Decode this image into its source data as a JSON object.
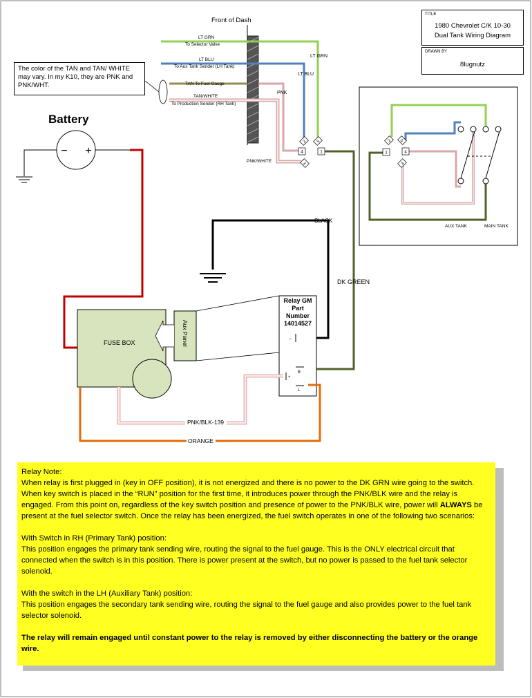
{
  "title_block": {
    "title_label": "TITLE",
    "title_line1": "1980 Chevrolet C/K 10-30",
    "title_line2": "Dual Tank Wiring Diagram",
    "drawn_label": "DRAWN BY",
    "drawn_value": "8lugnutz"
  },
  "callout": {
    "text": "The color of the TAN and TAN/ WHITE may vary.  In my K10, they are PNK and PNK/WHT."
  },
  "battery": {
    "title": "Battery",
    "minus": "−",
    "plus": "+"
  },
  "dash": {
    "label": "Front of Dash"
  },
  "connector_labels": {
    "lt_grn_1": "LT GRN",
    "lt_grn_2": "To Selector Valve",
    "lt_blu_1": "LT BLU",
    "lt_blu_2": "To Aux Tank Sender (LH Tank)",
    "tan": "TAN To Fuel Gauge",
    "tan_white_1": "TAN/WHITE",
    "tan_white_2": "To Production Sender (RH Tank)",
    "pnk_white": "PNK/WHITE"
  },
  "wire_labels": {
    "lt_grn": "LT GRN",
    "lt_blu": "LT BLU",
    "pnk": "PNK",
    "black": "BLACK",
    "dk_green": "DK GREEN",
    "pnk_blk": "PNK/BLK-139",
    "orange": "ORANGE"
  },
  "pins": {
    "p1": "1",
    "p2": "2",
    "p3": "3",
    "p4": "4",
    "p5": "5"
  },
  "switch_labels": {
    "aux": "AUX TANK",
    "main": "MAIN TANK"
  },
  "fuse_box": {
    "label": "FUSE BOX",
    "aux_panel": "Aux Panel"
  },
  "relay": {
    "header": "Relay GM Part Number 14014527",
    "pin_minus": "–",
    "pin_b": "B",
    "pin_l": "L",
    "pin_plus": "+"
  },
  "note": {
    "heading": "Relay Note:",
    "para1": "When relay is first plugged in (key in OFF position), it is not energized and there is no power to the DK GRN wire going to the switch.  When key switch is placed in the “RUN” position for the first time, it introduces power through the PNK/BLK wire and the relay is engaged.  From this point on, regardless of the key switch position and presence of power to the PNK/BLK wire, power will ",
    "para1_bold": "ALWAYS",
    "para1_end": " be present at the fuel selector switch.  Once the relay has been energized, the fuel switch operates in one of the following two scenarios:",
    "rh_heading": "With Switch in RH (Primary Tank) position:",
    "rh_text": "This position engages the primary tank sending wire, routing the signal to the fuel gauge.  This is the ONLY electrical circuit that connected when the switch is in this position.  There is power present at the switch, but no power is passed to the fuel tank selector solenoid.",
    "lh_heading": "With the switch in the LH (Auxiliary Tank) position:",
    "lh_text": "This position engages the secondary tank sending wire, routing the signal to the fuel gauge and also provides power to the fuel tank selector solenoid.",
    "final_bold": "The relay will remain engaged until constant power to the relay is removed by either disconnecting the battery or the orange wire."
  },
  "colors": {
    "lt_grn": "#92d050",
    "lt_blu": "#4f81bd",
    "tan": "#948a54",
    "pink": "#d9a7a7",
    "dk_green": "#4f6228",
    "red": "#c00000",
    "orange": "#e36c0a",
    "fuse_box": "#d7e4bd",
    "note_bg": "#ffff22"
  }
}
